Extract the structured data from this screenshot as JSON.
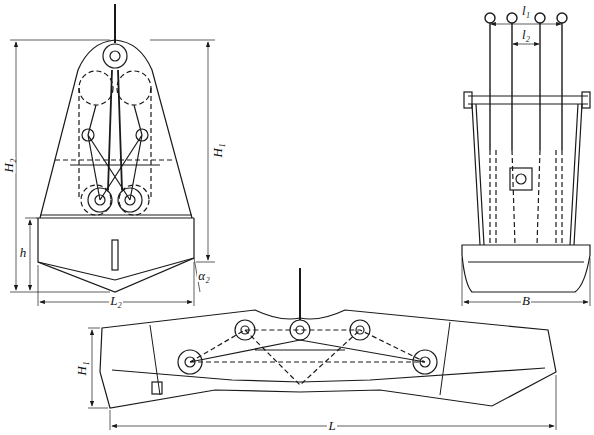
{
  "diagram": {
    "labels": [
      "H₂",
      "h",
      "H₁",
      "α₂",
      "L₂",
      "l₁",
      "l₂",
      "B",
      "H₁",
      "L"
    ]
  }
}
